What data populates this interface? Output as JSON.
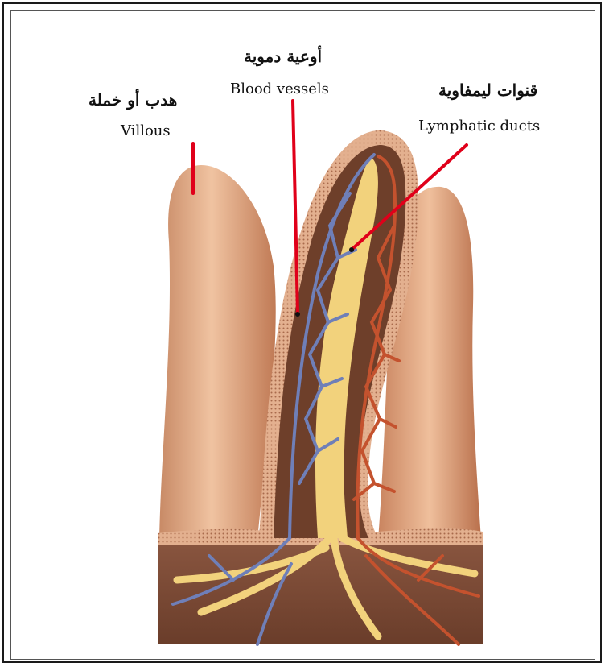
{
  "labels": {
    "villous": {
      "arabic": "هدب أو خملة",
      "english": "Villous"
    },
    "blood_vessels": {
      "arabic": "أوعية دموية",
      "english": "Blood vessels"
    },
    "lymphatic_ducts": {
      "arabic": "قنوات ليمفاوية",
      "english": "Lymphatic ducts"
    }
  },
  "colors": {
    "villus_skin": "#e9b48c",
    "villus_shade": "#c98560",
    "tissue_dark": "#7a4a33",
    "vein_blue": "#6f7fb8",
    "artery_red": "#c4522e",
    "lymph_yellow": "#f2d27c",
    "pointer_line": "#e0001a"
  }
}
